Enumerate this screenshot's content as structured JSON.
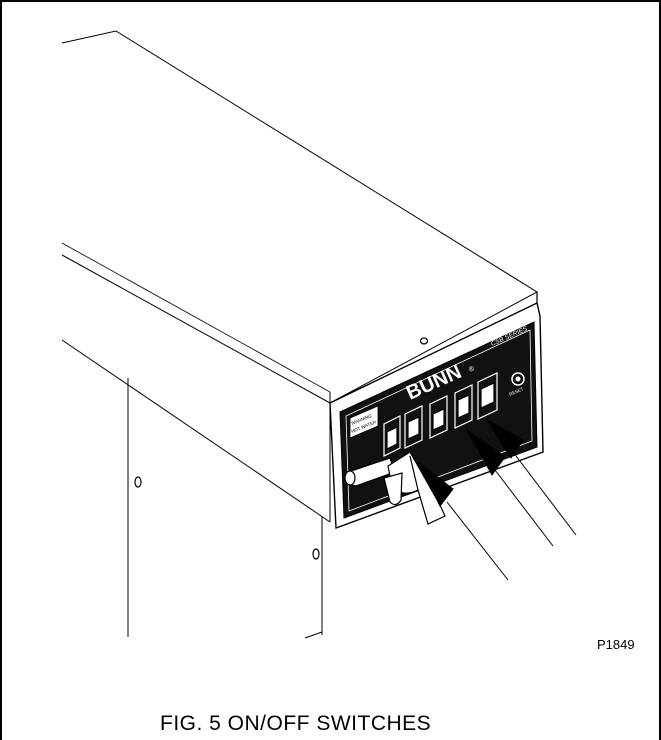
{
  "figure": {
    "caption": "FIG. 5 ON/OFF SWITCHES",
    "figure_id": "P1849"
  },
  "panel": {
    "brand": "BUNN",
    "brand_mark": "®",
    "series_label": "CSB SERIES",
    "hot_water_label": "HOT WATER",
    "hot_water_warning": "WARNING",
    "reset_label": "RESET"
  },
  "colors": {
    "line": "#000000",
    "panel": "#111111",
    "panel_text": "#ffffff",
    "background": "#ffffff"
  }
}
